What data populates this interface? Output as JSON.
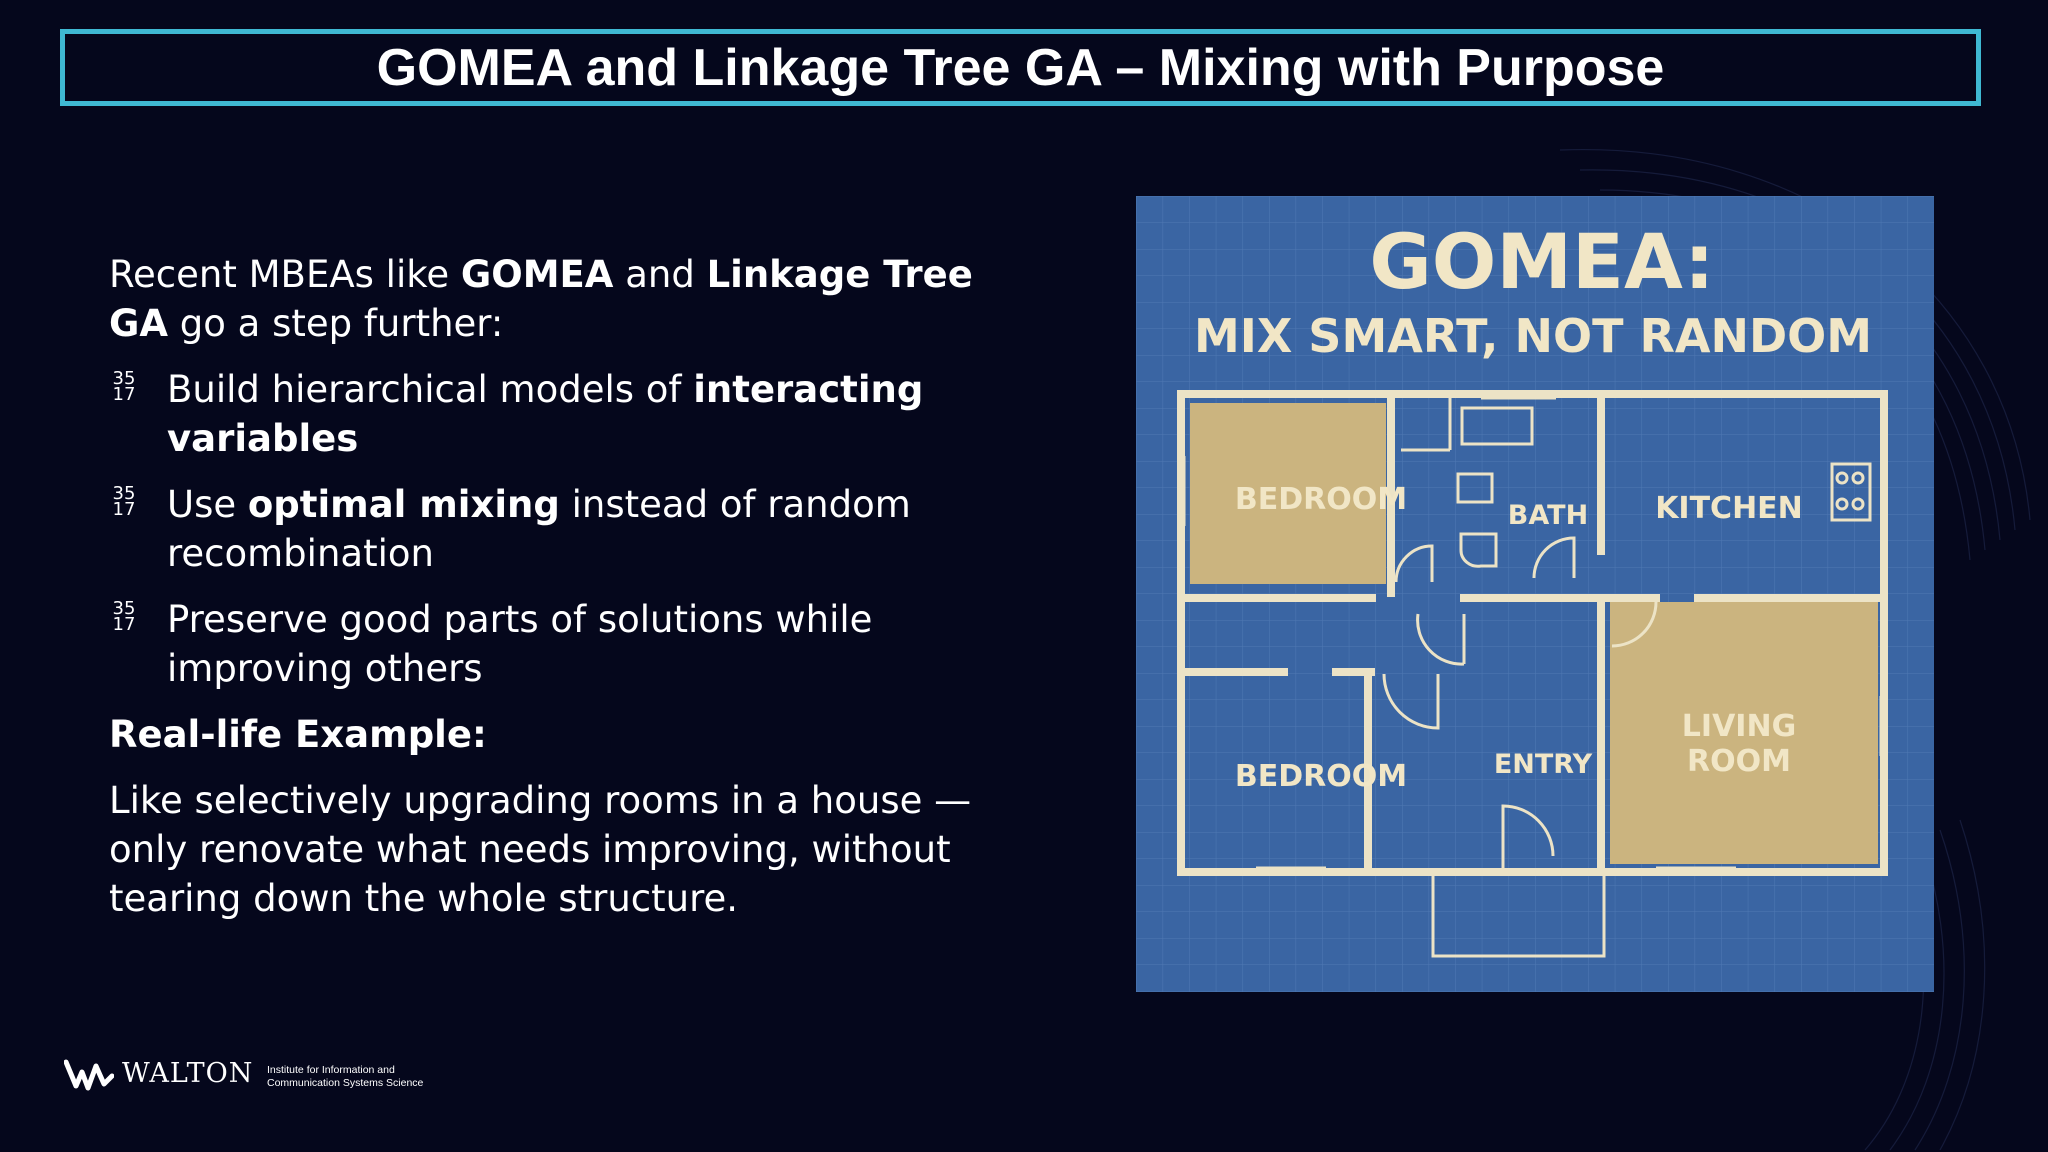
{
  "slide": {
    "title": "GOMEA and Linkage Tree GA – Mixing with Purpose"
  },
  "content": {
    "intro": {
      "text1": "Recent MBEAs like ",
      "bold1": "GOMEA",
      "text2": " and ",
      "bold2": "Linkage Tree GA",
      "text3": " go a step further:"
    },
    "bullet_marker_top": "35",
    "bullet_marker_bottom": "17",
    "bullets": [
      {
        "text1": "Build hierarchical models of ",
        "bold": "interacting variables",
        "text2": ""
      },
      {
        "text1": "Use ",
        "bold": "optimal mixing",
        "text2": " instead of random recombination"
      },
      {
        "text1": "Preserve good parts of solutions while improving others",
        "bold": "",
        "text2": ""
      }
    ],
    "example_heading": "Real-life Example:",
    "example_text": "Like selectively upgrading rooms in a house — only renovate what needs improving, without tearing down the whole structure."
  },
  "floorplan": {
    "title": "GOMEA:",
    "subtitle": "MIX SMART, NOT RANDOM",
    "rooms": {
      "bedroom_top": "BEDROOM",
      "bath": "BATH",
      "kitchen": "KITCHEN",
      "bedroom_bottom": "BEDROOM",
      "entry": "ENTRY",
      "living_line1": "LIVING",
      "living_line2": "ROOM"
    },
    "colors": {
      "background": "#3a65a3",
      "grid": "#5079b3",
      "walls": "#ece3c6",
      "highlight_room": "#cbb47f",
      "label": "#f1e6c6"
    }
  },
  "logo": {
    "name": "WALTON",
    "subtitle_line1": "Institute for Information and",
    "subtitle_line2": "Communication Systems Science"
  },
  "colors": {
    "background": "#05071c",
    "title_border": "#3fb8d2",
    "text": "#ffffff"
  }
}
